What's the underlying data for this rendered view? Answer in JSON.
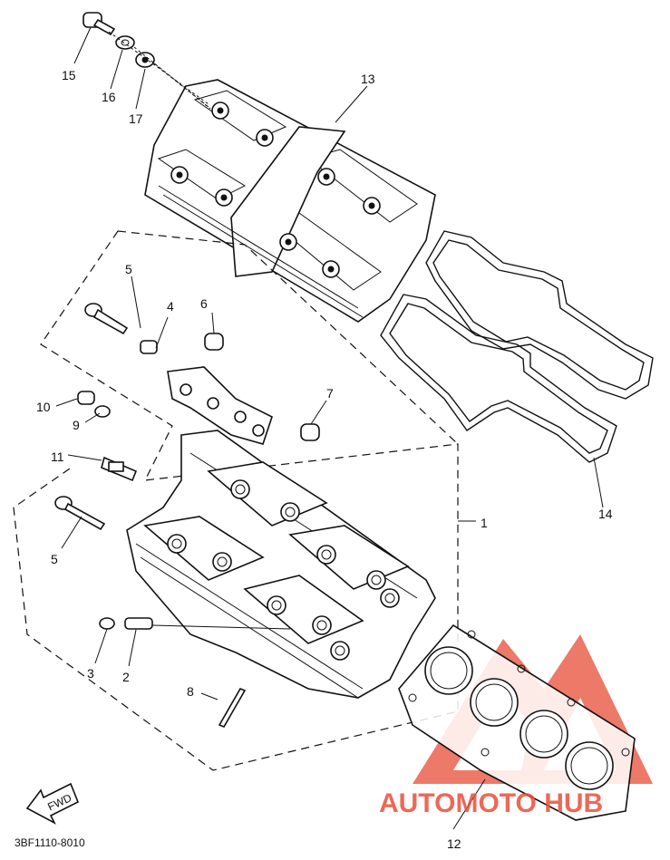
{
  "diagram": {
    "callouts": [
      {
        "id": "c1",
        "label": "1"
      },
      {
        "id": "c2",
        "label": "2"
      },
      {
        "id": "c3",
        "label": "3"
      },
      {
        "id": "c4",
        "label": "4"
      },
      {
        "id": "c5a",
        "label": "5"
      },
      {
        "id": "c5b",
        "label": "5"
      },
      {
        "id": "c6",
        "label": "6"
      },
      {
        "id": "c7",
        "label": "7"
      },
      {
        "id": "c8",
        "label": "8"
      },
      {
        "id": "c9",
        "label": "9"
      },
      {
        "id": "c10",
        "label": "10"
      },
      {
        "id": "c11",
        "label": "11"
      },
      {
        "id": "c12",
        "label": "12"
      },
      {
        "id": "c13",
        "label": "13"
      },
      {
        "id": "c14",
        "label": "14"
      },
      {
        "id": "c15",
        "label": "15"
      },
      {
        "id": "c16",
        "label": "16"
      },
      {
        "id": "c17",
        "label": "17"
      }
    ],
    "direction_arrow": "FWD",
    "drawing_code": "3BF1110-8010",
    "watermark": {
      "text": "AUTOMOTO HUB",
      "color": "#e8503a"
    }
  }
}
